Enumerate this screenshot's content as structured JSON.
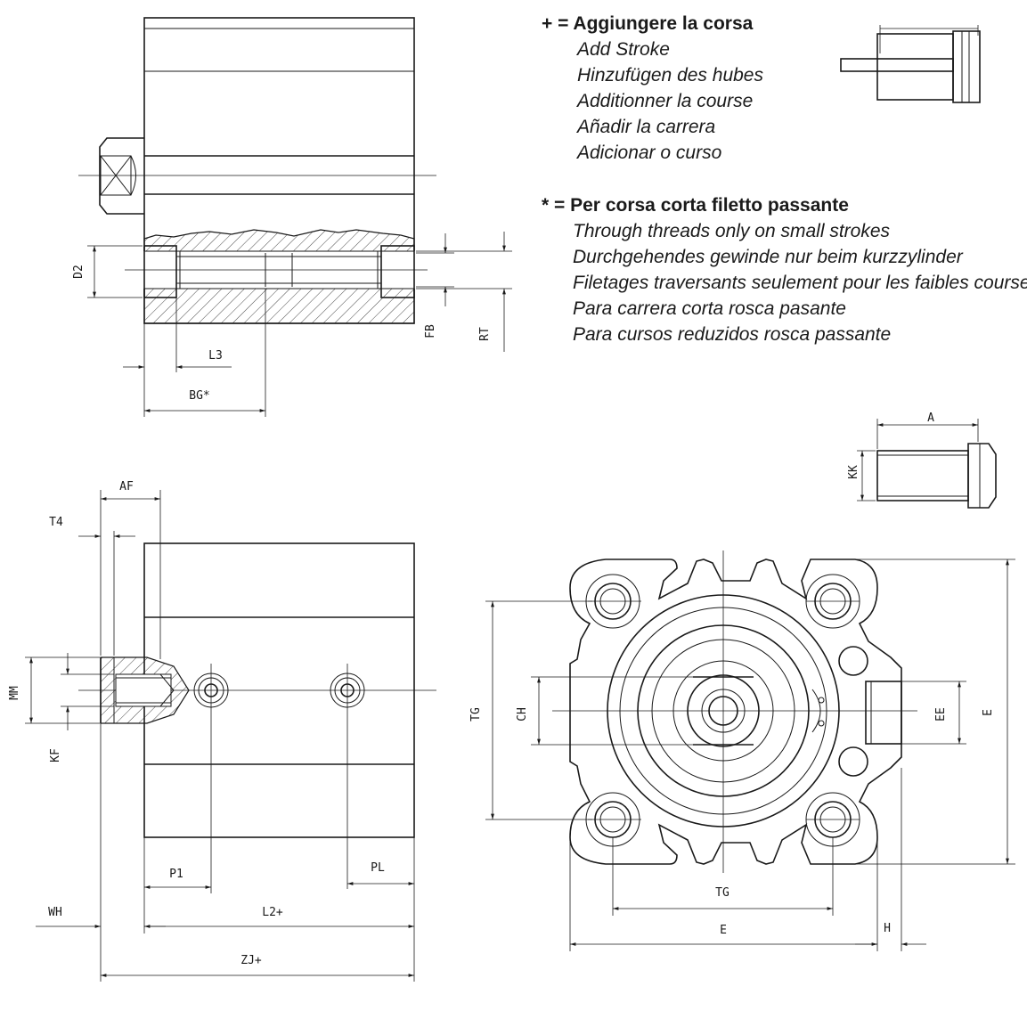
{
  "notes": {
    "stroke_note": {
      "symbol": "+",
      "title": "Aggiungere la corsa",
      "translations": [
        "Add Stroke",
        "Hinzufügen des hubes",
        "Additionner la course",
        "Añadir la carrera",
        "Adicionar o curso"
      ]
    },
    "thread_note": {
      "symbol": "*",
      "title": "Per corsa corta filetto passante",
      "translations": [
        "Through threads only on small strokes",
        "Durchgehendes gewinde nur beim kurzzylinder",
        "Filetages traversants seulement pour les faibles courses",
        "Para carrera corta rosca pasante",
        "Para cursos reduzidos rosca passante"
      ]
    }
  },
  "dimensions": {
    "d2": "D2",
    "l3": "L3",
    "bg": "BG*",
    "fb": "FB",
    "rt": "RT",
    "a": "A",
    "kk": "KK",
    "af": "AF",
    "t4": "T4",
    "mm": "MM",
    "kf": "KF",
    "p1": "P1",
    "pl": "PL",
    "wh": "WH",
    "l2": "L2+",
    "zj": "ZJ+",
    "tg_vertical": "TG",
    "ch": "CH",
    "ee": "EE",
    "e_vertical": "E",
    "tg_horizontal": "TG",
    "e_horizontal": "E",
    "h": "H"
  }
}
